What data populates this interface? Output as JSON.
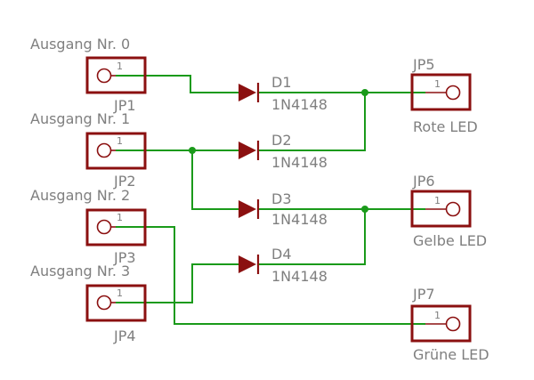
{
  "inputs": [
    {
      "name": "Ausgang Nr. 0",
      "ref": "JP1",
      "pin": "1"
    },
    {
      "name": "Ausgang Nr. 1",
      "ref": "JP2",
      "pin": "1"
    },
    {
      "name": "Ausgang Nr. 2",
      "ref": "JP3",
      "pin": "1"
    },
    {
      "name": "Ausgang Nr. 3",
      "ref": "JP4",
      "pin": "1"
    }
  ],
  "diodes": [
    {
      "ref": "D1",
      "part": "1N4148"
    },
    {
      "ref": "D2",
      "part": "1N4148"
    },
    {
      "ref": "D3",
      "part": "1N4148"
    },
    {
      "ref": "D4",
      "part": "1N4148"
    }
  ],
  "outputs": [
    {
      "ref": "JP5",
      "label": "Rote LED",
      "pin": "1"
    },
    {
      "ref": "JP6",
      "label": "Gelbe LED",
      "pin": "1"
    },
    {
      "ref": "JP7",
      "label": "Grüne LED",
      "pin": "1"
    }
  ],
  "colors": {
    "wire": "#1a9a1a",
    "component": "#8b1010",
    "text": "#7f7f7f"
  }
}
